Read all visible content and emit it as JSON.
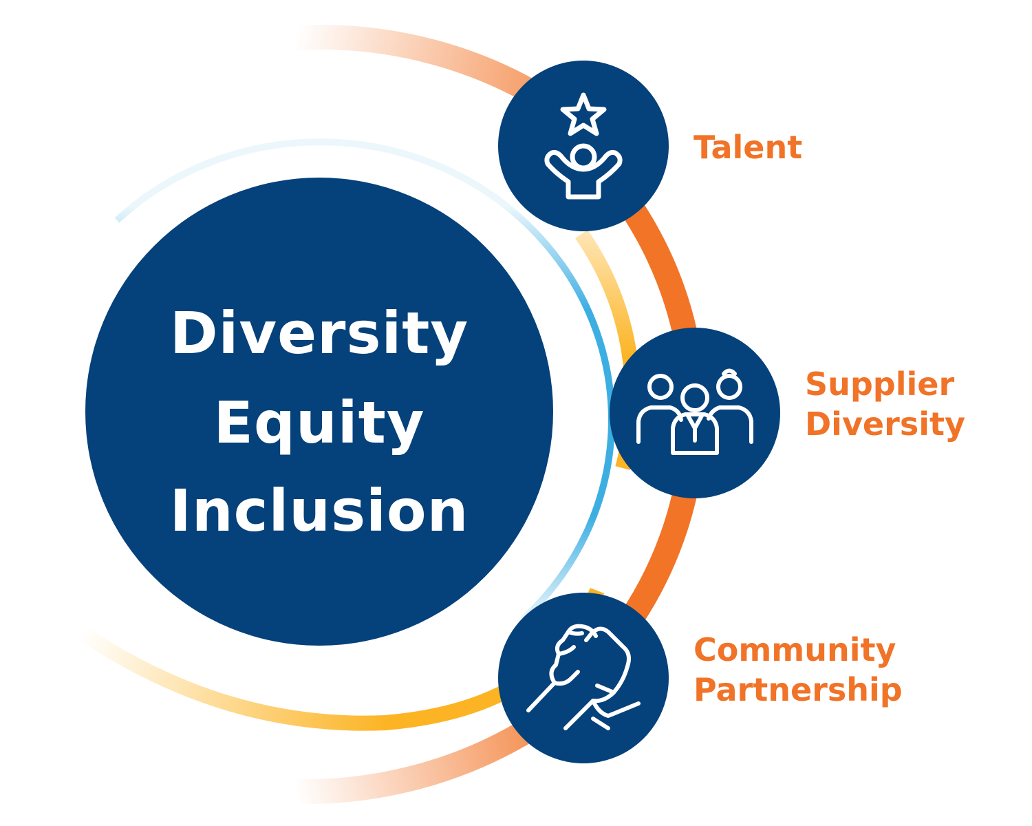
{
  "core": {
    "lines": [
      "Diversity",
      "Equity",
      "Inclusion"
    ]
  },
  "pillars": [
    {
      "label_lines": [
        "Talent"
      ],
      "icon": "star-person-icon"
    },
    {
      "label_lines": [
        "Supplier",
        "Diversity"
      ],
      "icon": "people-group-icon"
    },
    {
      "label_lines": [
        "Community",
        "Partnership"
      ],
      "icon": "handshake-icon"
    }
  ],
  "colors": {
    "navy": "#05417A",
    "orange": "#F27427",
    "label_orange": "#F07327",
    "yellow": "#FCB424",
    "blue": "#3DAEE2",
    "white": "#FFFFFF"
  }
}
